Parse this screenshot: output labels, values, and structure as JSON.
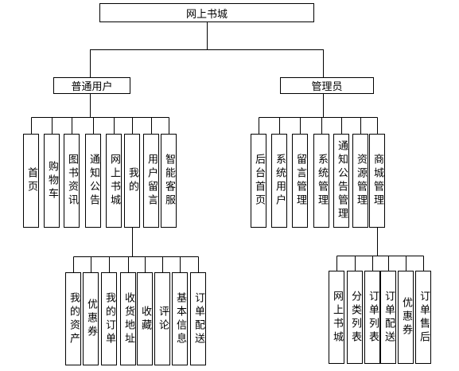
{
  "root": {
    "label": "网上书城"
  },
  "user": {
    "label": "普通用户",
    "modules": [
      "首页",
      "购物车",
      "图书资讯",
      "通知公告",
      "网上书城",
      "我的",
      "用户留言",
      "智能客服"
    ],
    "my_items": [
      "我的资产",
      "优惠券",
      "我的订单",
      "收货地址",
      "收藏",
      "评论",
      "基本信息",
      "订单配送"
    ]
  },
  "admin": {
    "label": "管理员",
    "modules": [
      "后台首页",
      "系统用户",
      "留言管理",
      "系统管理",
      "通知公告管理",
      "资源管理",
      "商城管理"
    ],
    "mall_items": [
      "网上书城",
      "分类列表",
      "订单列表",
      "订单配送",
      "优惠券",
      "订单售后"
    ]
  }
}
